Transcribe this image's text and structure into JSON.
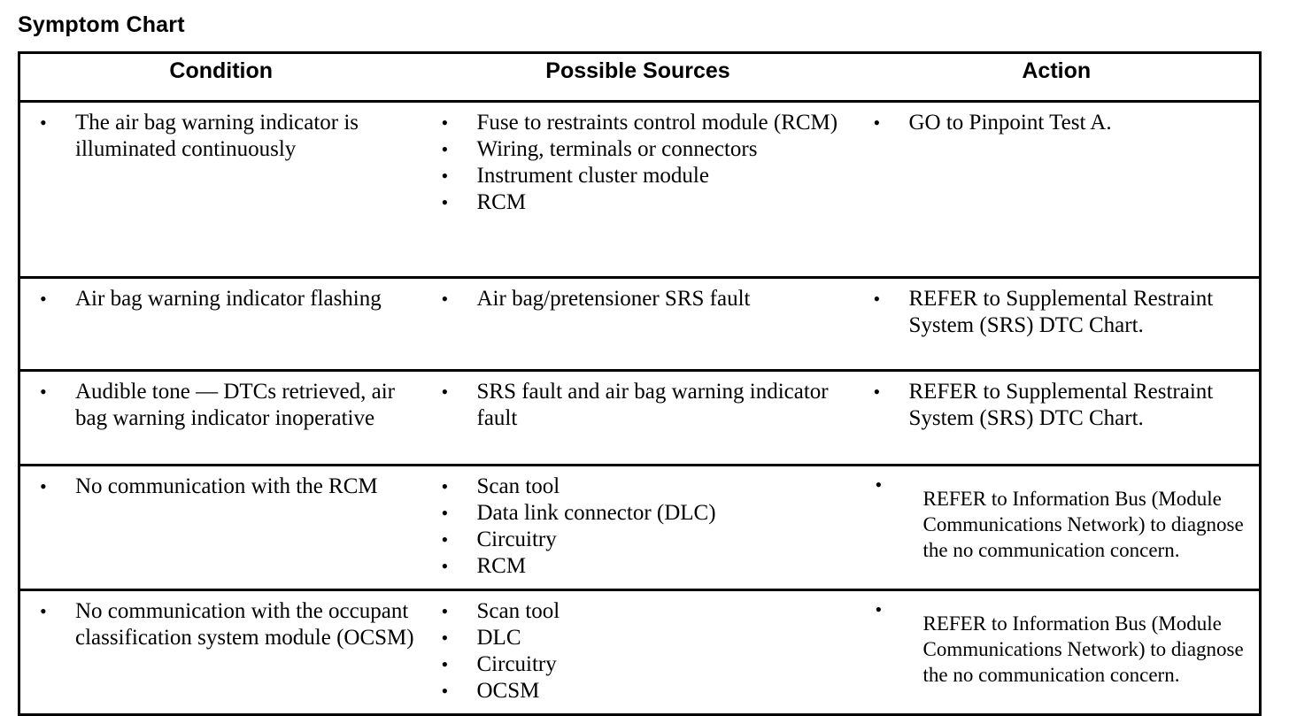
{
  "page": {
    "title": "Symptom Chart"
  },
  "table": {
    "headers": [
      "Condition",
      "Possible Sources",
      "Action"
    ],
    "rows": [
      {
        "condition": [
          "The air bag warning indicator is illuminated continuously"
        ],
        "sources": [
          "Fuse to restraints control module (RCM)",
          "Wiring, terminals or connectors",
          "Instrument cluster module",
          "RCM"
        ],
        "action": [
          "GO to Pinpoint Test A."
        ]
      },
      {
        "condition": [
          "Air bag warning indicator flashing"
        ],
        "sources": [
          "Air bag/pretensioner SRS fault"
        ],
        "action": [
          "REFER to Supplemental Restraint System (SRS) DTC Chart."
        ]
      },
      {
        "condition": [
          "Audible tone — DTCs retrieved, air bag warning indicator inoperative"
        ],
        "sources": [
          "SRS fault and air bag warning indicator fault"
        ],
        "action": [
          "REFER to Supplemental Restraint System (SRS) DTC Chart."
        ]
      },
      {
        "condition": [
          "No communication with the RCM"
        ],
        "sources": [
          "Scan tool",
          "Data link connector (DLC)",
          "Circuitry",
          "RCM"
        ],
        "action": [
          "REFER to Information Bus (Module Communications Network) to diagnose the no communication concern."
        ]
      },
      {
        "condition": [
          "No communication with the occupant classification system module (OCSM)"
        ],
        "sources": [
          "Scan tool",
          "DLC",
          "Circuitry",
          "OCSM"
        ],
        "action": [
          "REFER to Information Bus (Module Communications Network) to diagnose the no communication concern."
        ]
      }
    ]
  },
  "colors": {
    "text": "#000000",
    "background": "#ffffff",
    "border": "#000000"
  }
}
